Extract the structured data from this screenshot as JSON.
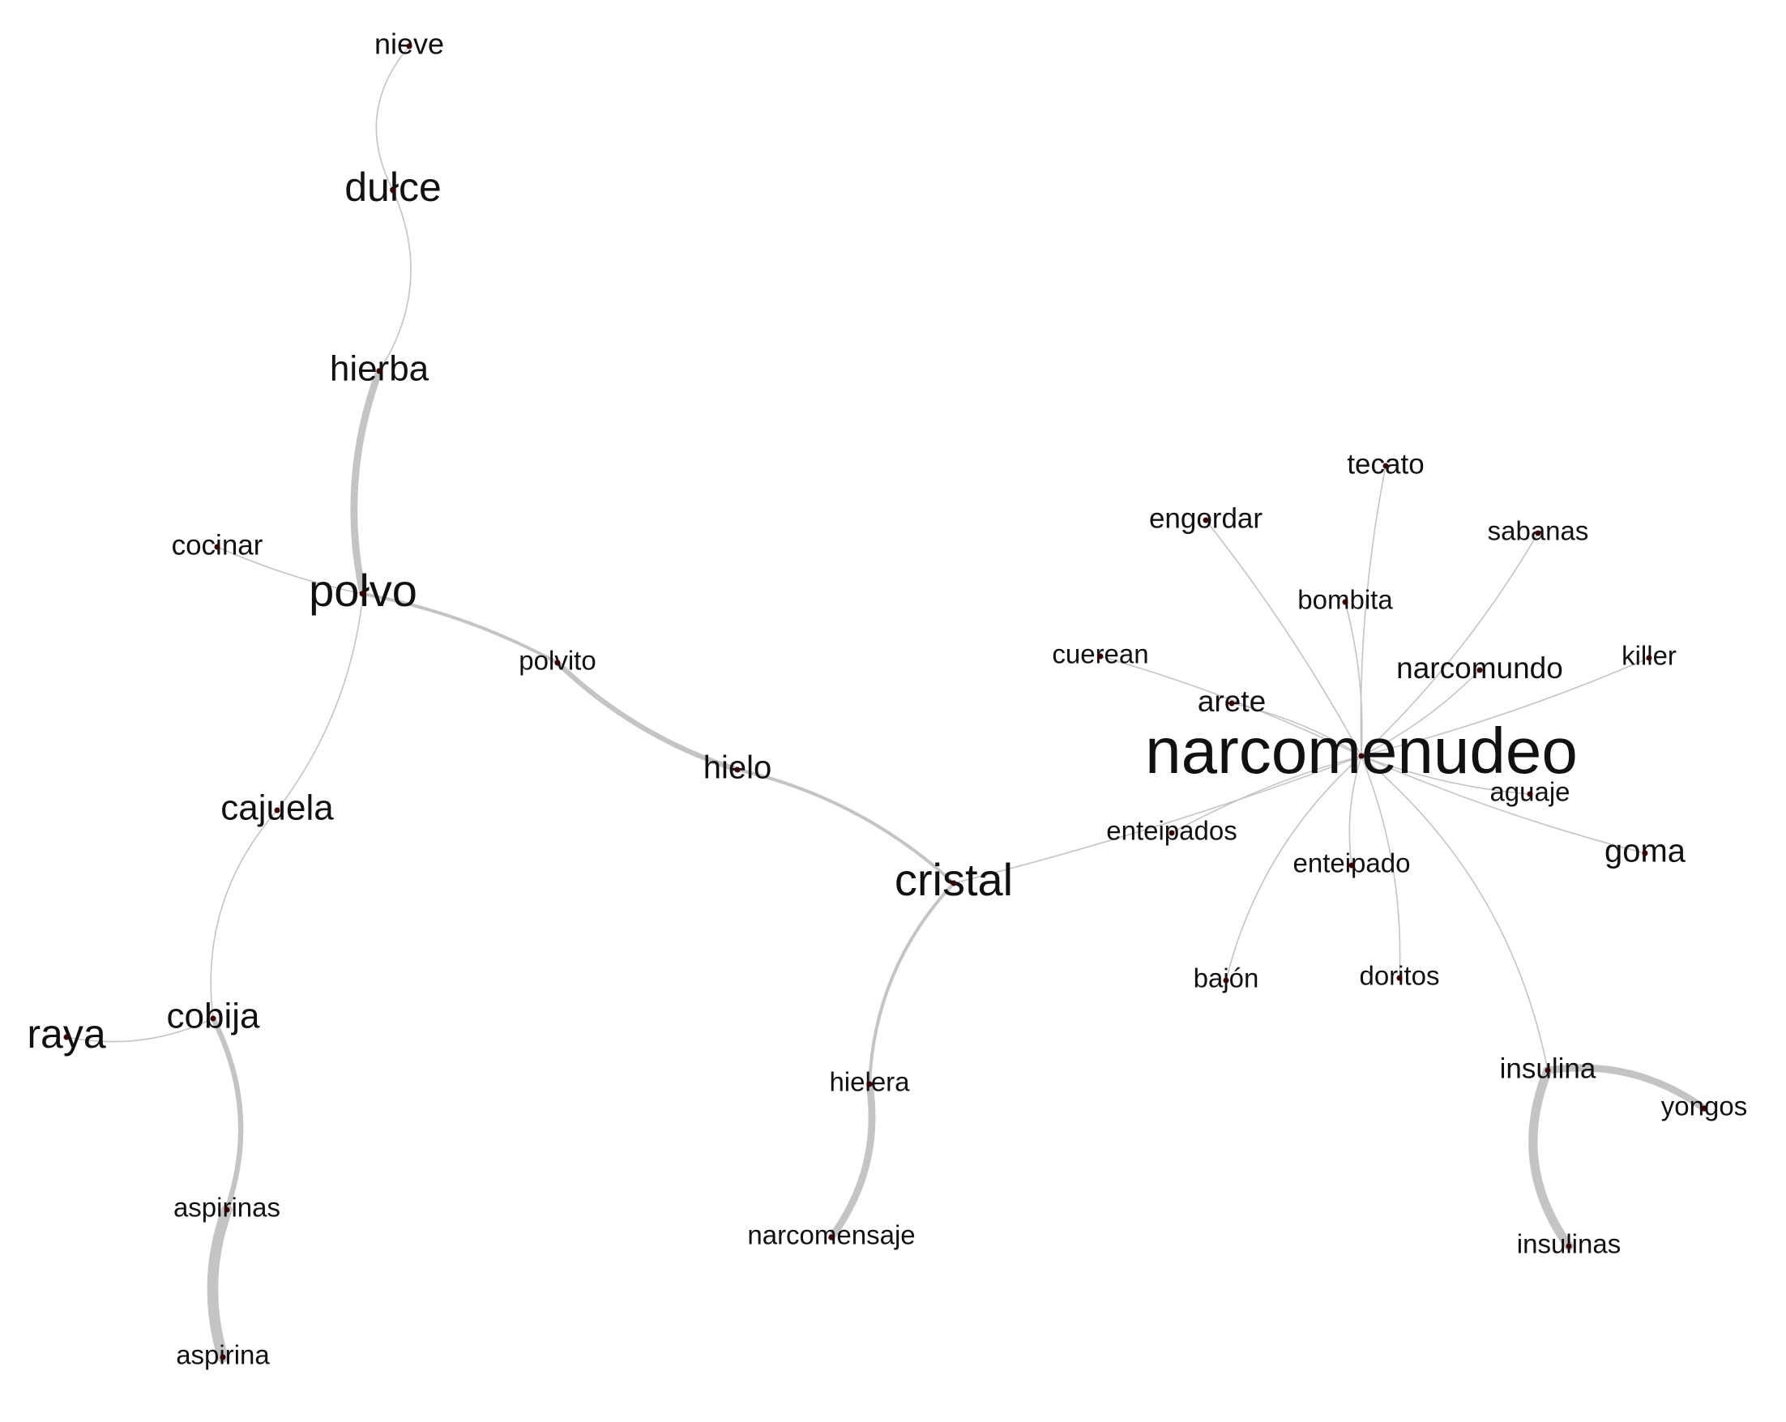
{
  "nodes": [
    {
      "id": "nieve",
      "label": "nieve"
    },
    {
      "id": "dulce",
      "label": "dułce"
    },
    {
      "id": "hierba",
      "label": "hierba"
    },
    {
      "id": "cocinar",
      "label": "cocinar"
    },
    {
      "id": "polvo",
      "label": "połvo"
    },
    {
      "id": "polvito",
      "label": "polvito"
    },
    {
      "id": "hielo",
      "label": "hielo"
    },
    {
      "id": "cajuela",
      "label": "cajuela"
    },
    {
      "id": "cobija",
      "label": "cobija"
    },
    {
      "id": "raya",
      "label": "raya"
    },
    {
      "id": "aspirinas",
      "label": "aspirinas"
    },
    {
      "id": "aspirina",
      "label": "aspirina"
    },
    {
      "id": "cristal",
      "label": "cristal"
    },
    {
      "id": "hielera",
      "label": "hielera"
    },
    {
      "id": "narcomensaje",
      "label": "narcomensaje"
    },
    {
      "id": "narcomenudeo",
      "label": "narcomenudeo"
    },
    {
      "id": "tecato",
      "label": "tecato"
    },
    {
      "id": "engordar",
      "label": "engordar"
    },
    {
      "id": "sabanas",
      "label": "sabanas"
    },
    {
      "id": "bombita",
      "label": "bombita"
    },
    {
      "id": "cuerean",
      "label": "cuerean"
    },
    {
      "id": "narcomundo",
      "label": "narcomundo"
    },
    {
      "id": "killer",
      "label": "killer"
    },
    {
      "id": "arete",
      "label": "arete"
    },
    {
      "id": "aguaje",
      "label": "aguaje"
    },
    {
      "id": "enteipados",
      "label": "enteipados"
    },
    {
      "id": "enteipado",
      "label": "enteipado"
    },
    {
      "id": "goma",
      "label": "goma"
    },
    {
      "id": "bajon",
      "label": "bajón"
    },
    {
      "id": "doritos",
      "label": "doritos"
    },
    {
      "id": "insulina",
      "label": "insulina"
    },
    {
      "id": "yongos",
      "label": "yongos"
    },
    {
      "id": "insulinas",
      "label": "insulinas"
    }
  ],
  "edges": [
    {
      "source": "nieve",
      "target": "dulce",
      "weight": 1
    },
    {
      "source": "dulce",
      "target": "hierba",
      "weight": 1
    },
    {
      "source": "hierba",
      "target": "polvo",
      "weight": 4
    },
    {
      "source": "cocinar",
      "target": "polvo",
      "weight": 1
    },
    {
      "source": "polvo",
      "target": "cajuela",
      "weight": 1
    },
    {
      "source": "cajuela",
      "target": "cobija",
      "weight": 1
    },
    {
      "source": "raya",
      "target": "cobija",
      "weight": 1
    },
    {
      "source": "cobija",
      "target": "aspirinas",
      "weight": 3
    },
    {
      "source": "aspirinas",
      "target": "aspirina",
      "weight": 6
    },
    {
      "source": "polvo",
      "target": "polvito",
      "weight": 2
    },
    {
      "source": "polvito",
      "target": "hielo",
      "weight": 3
    },
    {
      "source": "hielo",
      "target": "cristal",
      "weight": 2
    },
    {
      "source": "cristal",
      "target": "hielera",
      "weight": 2
    },
    {
      "source": "hielera",
      "target": "narcomensaje",
      "weight": 4
    },
    {
      "source": "cristal",
      "target": "narcomenudeo",
      "weight": 1
    },
    {
      "source": "narcomenudeo",
      "target": "tecato",
      "weight": 1
    },
    {
      "source": "narcomenudeo",
      "target": "engordar",
      "weight": 1
    },
    {
      "source": "narcomenudeo",
      "target": "sabanas",
      "weight": 1
    },
    {
      "source": "narcomenudeo",
      "target": "bombita",
      "weight": 1
    },
    {
      "source": "narcomenudeo",
      "target": "cuerean",
      "weight": 1
    },
    {
      "source": "narcomenudeo",
      "target": "narcomundo",
      "weight": 1
    },
    {
      "source": "narcomenudeo",
      "target": "killer",
      "weight": 1
    },
    {
      "source": "narcomenudeo",
      "target": "arete",
      "weight": 1
    },
    {
      "source": "narcomenudeo",
      "target": "aguaje",
      "weight": 1
    },
    {
      "source": "narcomenudeo",
      "target": "enteipados",
      "weight": 1
    },
    {
      "source": "narcomenudeo",
      "target": "enteipado",
      "weight": 1
    },
    {
      "source": "narcomenudeo",
      "target": "goma",
      "weight": 1
    },
    {
      "source": "narcomenudeo",
      "target": "bajon",
      "weight": 1
    },
    {
      "source": "narcomenudeo",
      "target": "doritos",
      "weight": 1
    },
    {
      "source": "narcomenudeo",
      "target": "insulina",
      "weight": 1
    },
    {
      "source": "insulina",
      "target": "yongos",
      "weight": 4
    },
    {
      "source": "insulina",
      "target": "insulinas",
      "weight": 5
    }
  ],
  "colors": {
    "edge": "#c4c4c4",
    "node_dot": "#3a0000",
    "label": "#111111",
    "background": "#ffffff"
  }
}
